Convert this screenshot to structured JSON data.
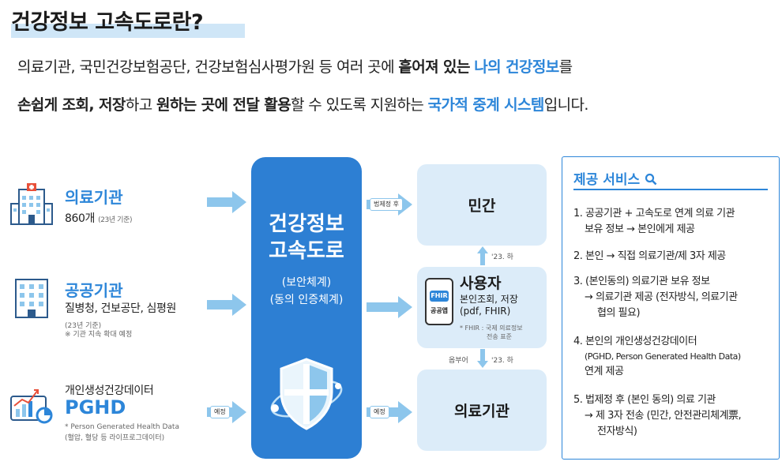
{
  "title": "건강정보 고속도로란?",
  "description": {
    "line1": [
      {
        "t": "의료기관, 국민건강보험공단, 건강보험심사평가원 등 여러 곳에 ",
        "s": "n"
      },
      {
        "t": "흩어져 있는",
        "s": "b"
      },
      {
        "t": " ",
        "s": "n"
      },
      {
        "t": "나의 건강정보",
        "s": "blue"
      },
      {
        "t": "를",
        "s": "n"
      }
    ],
    "line2": [
      {
        "t": "손쉽게 조회, 저장",
        "s": "b"
      },
      {
        "t": "하고 ",
        "s": "n"
      },
      {
        "t": "원하는 곳에 전달 활용",
        "s": "b"
      },
      {
        "t": "할 수 있도록 지원하는 ",
        "s": "n"
      },
      {
        "t": "국가적 중계 시스템",
        "s": "blue"
      },
      {
        "t": "입니다.",
        "s": "n"
      }
    ]
  },
  "sources": [
    {
      "name": "의료기관",
      "detail": "860개",
      "note": "(23년 기준)"
    },
    {
      "name": "공공기관",
      "detail": "질병청, 건보공단, 심평원",
      "note": "(23년 기준)",
      "note2": "※ 기관 지속 확대 예정"
    },
    {
      "name": "PGHD",
      "prefix": "개인생성건강데이터",
      "note": "* Person Generated Health Data",
      "note2": "(혈압, 혈당 등 라이프로그데이터)"
    }
  ],
  "hub": {
    "title_line1": "건강정보",
    "title_line2": "고속도로",
    "sub_line1": "(보안체계)",
    "sub_line2": "(동의 인증체계)"
  },
  "arrow_tags": {
    "private": "법제정 후",
    "pghd": "예정",
    "medical": "예정"
  },
  "targets": {
    "private": "민간",
    "user": {
      "title": "사용자",
      "line1": "본인조회, 저장",
      "line2": "(pdf, FHIR)",
      "note1": "* FHIR : 국제 의료정보",
      "note2": "전송 표준",
      "app_fhir": "FHIR",
      "app_label": "공공앱"
    },
    "medical": "의료기관"
  },
  "vertical_notes": {
    "upper": "'23. 하",
    "lower_tag": "옵부어",
    "lower": "'23. 하"
  },
  "services": {
    "heading": "제공 서비스",
    "items": [
      {
        "l1": "1. 공공기관 + 고속도로 연계 의료 기관",
        "l2": "보유 정보 → 본인에게 제공"
      },
      {
        "l1": "2. 본인 → 직접 의료기관/제 3자 제공"
      },
      {
        "l1": "3. (본인동의) 의료기관 보유 정보",
        "l2": "→ 의료기관 제공 (전자방식, 의료기관",
        "l3": "협의 필요)"
      },
      {
        "l1": "4. 본인의 개인생성건강데이터",
        "small": "(PGHD, Person Generated Health Data)",
        "l2": "연계 제공"
      },
      {
        "l1": "5. 법제정 후 (본인 동의) 의료 기관",
        "l2": "→ 제 3자 전송 (민간, 안전관리체계票,",
        "l3": "전자방식)"
      }
    ]
  },
  "colors": {
    "accent": "#2d86d9",
    "hub": "#2d7fd3",
    "box": "#dcecf9",
    "arrow": "#8dc6ec",
    "highlight": "#cfe6f7"
  }
}
